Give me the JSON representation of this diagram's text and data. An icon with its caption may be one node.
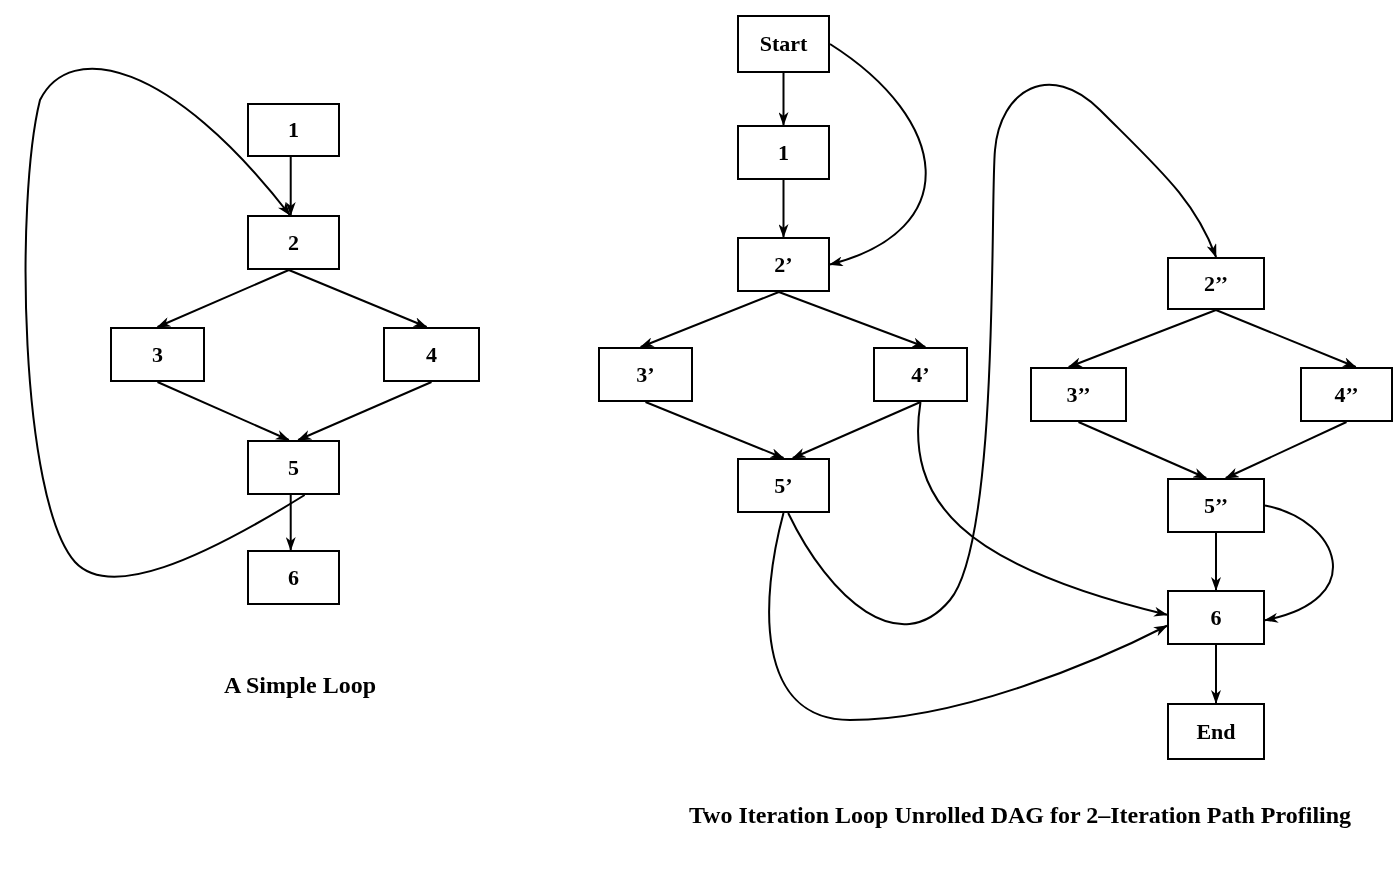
{
  "diagram": {
    "nodes": [
      {
        "text": [
          "1"
        ]
      },
      {
        "text": [
          "2"
        ]
      },
      {
        "text": [
          "3"
        ]
      },
      {
        "text": [
          "4"
        ]
      },
      {
        "text": [
          "5"
        ]
      },
      {
        "text": [
          "6"
        ]
      },
      {
        "text": [
          "Start"
        ]
      },
      {
        "text": [
          "1"
        ]
      },
      {
        "text": [
          "2’"
        ]
      },
      {
        "text": [
          "3’"
        ]
      },
      {
        "text": [
          "4’"
        ]
      },
      {
        "text": [
          "5’"
        ]
      },
      {
        "text": [
          "2’’"
        ]
      },
      {
        "text": [
          "3’’"
        ]
      },
      {
        "text": [
          "4’’"
        ]
      },
      {
        "text": [
          "5’’"
        ]
      },
      {
        "text": [
          "6"
        ]
      },
      {
        "text": [
          "End"
        ]
      }
    ],
    "edges": [
      {
        "from": 0,
        "to": 1,
        "arrow": "to"
      },
      {
        "from": 1,
        "to": 2,
        "arrow": "to"
      },
      {
        "from": 1,
        "to": 3,
        "arrow": "to"
      },
      {
        "from": 2,
        "to": 4,
        "arrow": "to"
      },
      {
        "from": 3,
        "to": 4,
        "arrow": "to"
      },
      {
        "from": 4,
        "to": 5,
        "arrow": "to"
      },
      {
        "from": 4,
        "to": 1,
        "arrow": "to"
      },
      {
        "from": 6,
        "to": 7,
        "arrow": "to"
      },
      {
        "from": 7,
        "to": 8,
        "arrow": "to"
      },
      {
        "from": 6,
        "to": 8,
        "arrow": "to"
      },
      {
        "from": 8,
        "to": 9,
        "arrow": "to"
      },
      {
        "from": 8,
        "to": 10,
        "arrow": "to"
      },
      {
        "from": 9,
        "to": 11,
        "arrow": "to"
      },
      {
        "from": 10,
        "to": 11,
        "arrow": "to"
      },
      {
        "from": 10,
        "to": 16,
        "arrow": "to"
      },
      {
        "from": 11,
        "to": 12,
        "arrow": "to"
      },
      {
        "from": 11,
        "to": 16,
        "arrow": "to"
      },
      {
        "from": 12,
        "to": 13,
        "arrow": "to"
      },
      {
        "from": 12,
        "to": 14,
        "arrow": "to"
      },
      {
        "from": 13,
        "to": 15,
        "arrow": "to"
      },
      {
        "from": 14,
        "to": 15,
        "arrow": "to"
      },
      {
        "from": 15,
        "to": 16,
        "arrow": "to"
      },
      {
        "from": 15,
        "to": 16,
        "arrow": "to"
      },
      {
        "from": 16,
        "to": 17,
        "arrow": "to"
      }
    ],
    "labels": [
      "A Simple Loop",
      "Two Iteration Loop Unrolled DAG for 2–Iteration Path Profiling"
    ]
  }
}
